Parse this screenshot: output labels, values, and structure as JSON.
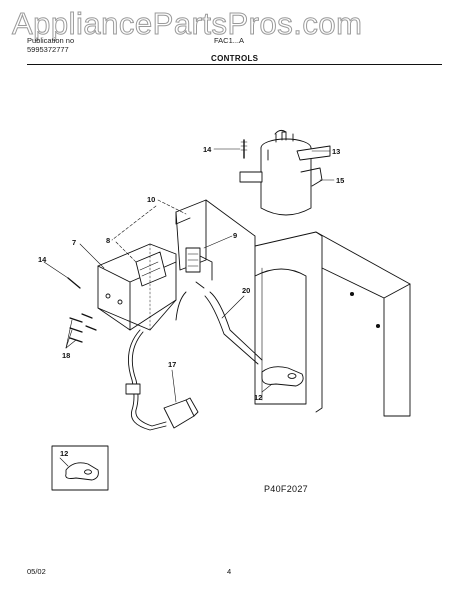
{
  "watermark": "AppliancePartsPros.com",
  "header": {
    "line1_left": "Publication no",
    "line1_right": "FAC1...A",
    "part_number": "5995372777",
    "section_title": "CONTROLS"
  },
  "diagram": {
    "callouts": [
      "14",
      "13",
      "15",
      "10",
      "9",
      "8",
      "7",
      "14",
      "20",
      "18",
      "17",
      "12",
      "12"
    ],
    "drawing_code": "P40F2027"
  },
  "footer": {
    "date": "05/02",
    "page": "4"
  }
}
